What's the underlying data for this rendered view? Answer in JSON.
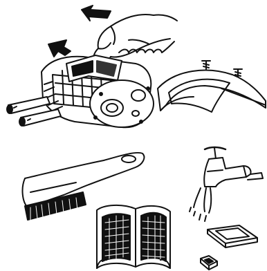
{
  "colors": {
    "ink": "#111111",
    "paper": "#ffffff"
  },
  "figures": [
    "hand-removing-filter-from-motor-housing",
    "curved-cover-plate-with-screws",
    "cleaning-brush",
    "running-water-tap",
    "mesh-filter-pair",
    "small-rectangular-pads"
  ]
}
